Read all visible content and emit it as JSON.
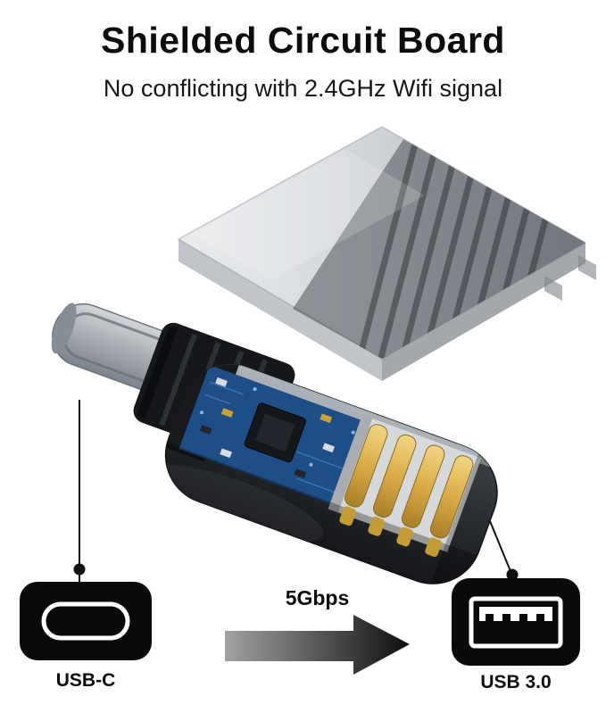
{
  "title": "Shielded Circuit Board",
  "subtitle": "No conflicting with 2.4GHz Wifi signal",
  "transfer": {
    "speed_label": "5Gbps",
    "arrow_icon": "arrow-right-icon"
  },
  "connectors": {
    "left": {
      "label": "USB-C",
      "icon": "usb-c-port-icon"
    },
    "right": {
      "label": "USB 3.0",
      "icon": "usb-a-port-icon"
    }
  },
  "colors": {
    "background": "#ffffff",
    "text": "#0d0d0d",
    "pcb_blue": "#1e4e86",
    "contact_gold": "#d9b24a",
    "shell_gray": "#3c4046"
  }
}
